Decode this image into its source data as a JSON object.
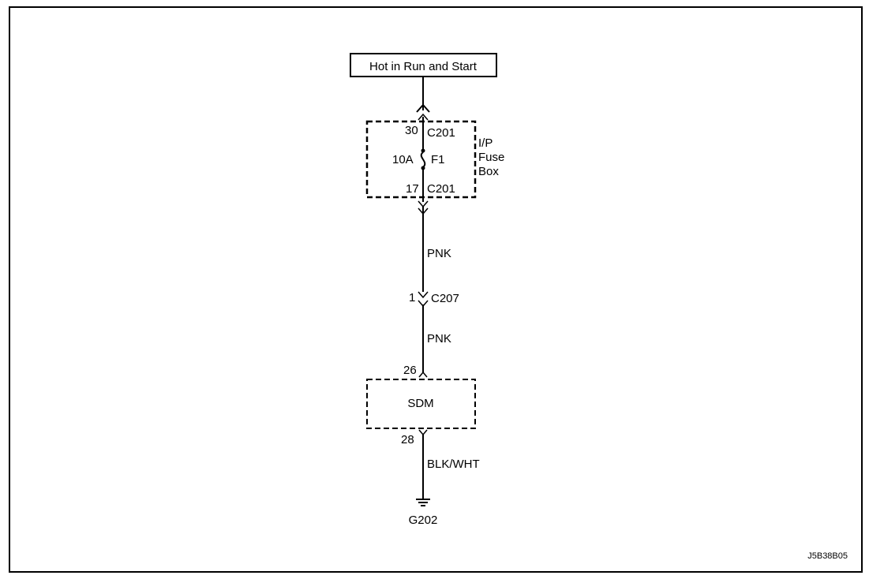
{
  "diagram": {
    "power_source": "Hot in Run and Start",
    "fuse_box": {
      "label_lines": [
        "I/P",
        "Fuse",
        "Box"
      ],
      "top_pin": "30",
      "top_connector": "C201",
      "fuse_rating": "10A",
      "fuse_id": "F1",
      "bottom_pin": "17",
      "bottom_connector": "C201"
    },
    "wire_upper_color": "PNK",
    "inline_connector": {
      "pin": "1",
      "id": "C207"
    },
    "wire_lower_color": "PNK",
    "module": {
      "name": "SDM",
      "input_pin": "26",
      "output_pin": "28"
    },
    "ground_wire_color": "BLK/WHT",
    "ground_id": "G202",
    "figure_code": "J5B38B05"
  }
}
